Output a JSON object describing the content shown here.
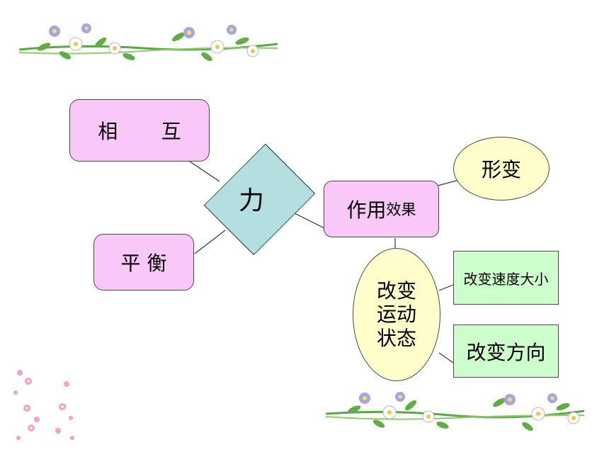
{
  "nodes": {
    "mutual": "相　互",
    "balance": "平 衡",
    "force": "力",
    "effect_main": "作用",
    "effect_sub": "效果",
    "deform": "形变",
    "motion_state": [
      "改变",
      "运动",
      "状态"
    ],
    "change_speed": "改变速度大小",
    "change_direction": "改变方向"
  },
  "colors": {
    "pink": "#f9c8f9",
    "diamond": "#b3dfe1",
    "ellipse": "#ffffcc",
    "green_box": "#ccffcc"
  },
  "decorations": [
    "flower-garland-top-left",
    "flower-garland-bottom-right",
    "scattered-flowers-bottom-left"
  ]
}
